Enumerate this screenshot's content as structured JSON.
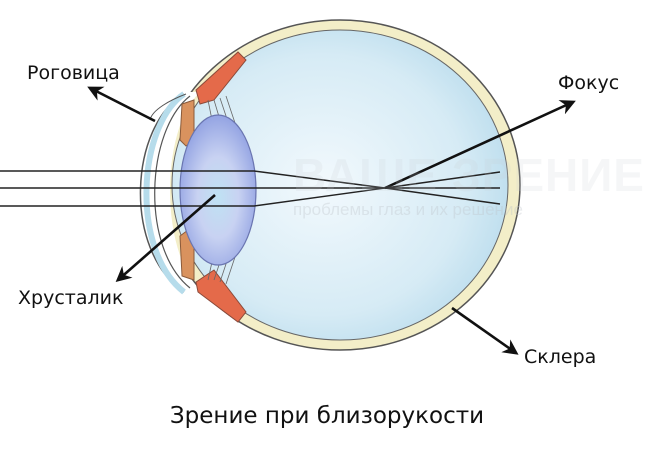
{
  "diagram": {
    "caption": "Зрение при близорукости",
    "labels": {
      "cornea": "Роговица",
      "lens": "Хрусталик",
      "focus": "Фокус",
      "sclera": "Склера"
    },
    "watermark": {
      "title": "ВАШЕ ЗРЕНИЕ",
      "subtitle": "проблемы глаз и их решение"
    },
    "colors": {
      "sclera": "#f3eec8",
      "vitreous": "#cfe6f2",
      "lens": "#9db0ea",
      "iris": "#d9925e",
      "ciliary": "#e46a4a",
      "cornea": "#d7ecf4",
      "rays": "#222222"
    }
  }
}
